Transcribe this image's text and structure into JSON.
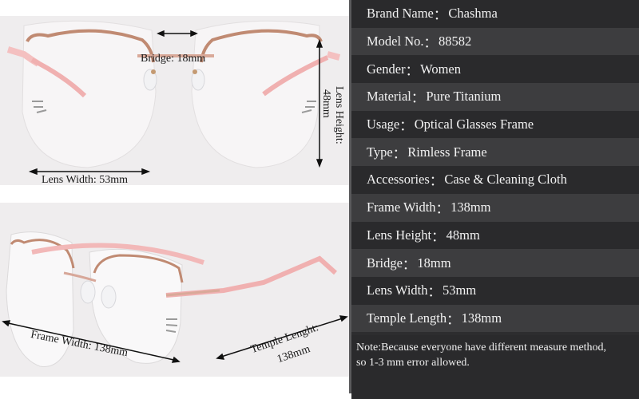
{
  "specs": {
    "rows": [
      {
        "label": "Brand Name",
        "value": "Chashma"
      },
      {
        "label": "Model No.",
        "value": "88582"
      },
      {
        "label": "Gender",
        "value": "Women"
      },
      {
        "label": "Material",
        "value": "Pure Titanium"
      },
      {
        "label": "Usage",
        "value": "Optical Glasses Frame"
      },
      {
        "label": "Type",
        "value": "Rimless Frame"
      },
      {
        "label": "Accessories",
        "value": "Case & Cleaning Cloth"
      },
      {
        "label": "Frame Width",
        "value": "138mm"
      },
      {
        "label": "Lens Height",
        "value": "48mm"
      },
      {
        "label": "Bridge",
        "value": "18mm"
      },
      {
        "label": "Lens Width",
        "value": "53mm"
      },
      {
        "label": "Temple Length",
        "value": "138mm"
      }
    ],
    "separator": "：",
    "note_line1": "Note:Because everyone have different measure method,",
    "note_line2": "so 1-3 mm error allowed."
  },
  "photo_front": {
    "bridge_label": "Bridge: 18mm",
    "lens_height_label": "Lens Height:",
    "lens_height_value": "48mm",
    "lens_width_label": "Lens Width: 53mm"
  },
  "photo_side": {
    "frame_width_label": "Frame Width:  138mm",
    "temple_label": "Temple Lenght:",
    "temple_value": "138mm"
  },
  "colors": {
    "frame_rose": "#c98a78",
    "temple_pink": "#f2b4b4",
    "panel_dark": "#2a2a2c",
    "panel_light": "#3d3d3f"
  }
}
